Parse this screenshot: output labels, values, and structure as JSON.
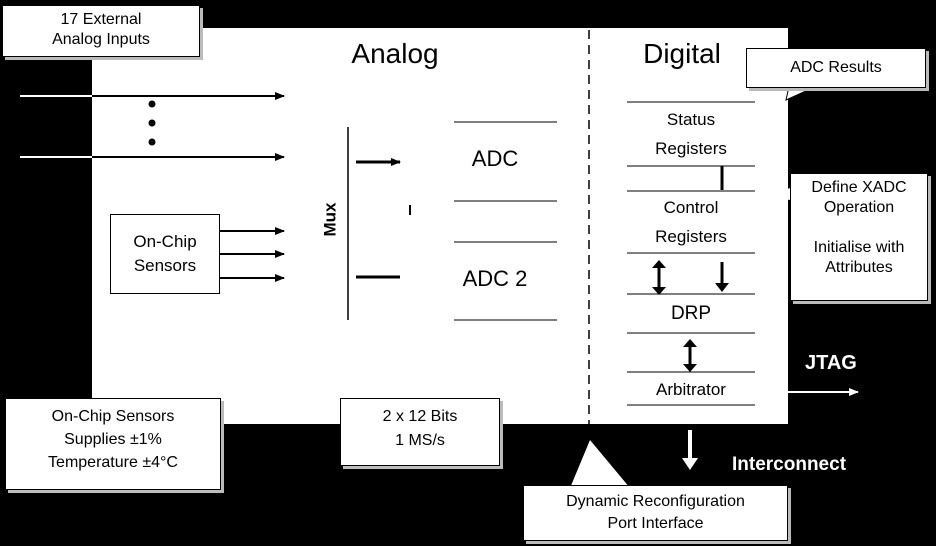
{
  "diagram": {
    "external_inputs": [
      "17 External",
      "Analog Inputs"
    ],
    "analog_title": "Analog",
    "digital_title": "Digital",
    "adc_results": "ADC Results",
    "mux_label": "Mux",
    "adc1": "ADC",
    "adc2": "ADC 2",
    "onchip_sensors": [
      "On-Chip",
      "Sensors"
    ],
    "bits": [
      "2 x 12 Bits",
      "1 MS/s"
    ],
    "sensors_note": [
      "On-Chip Sensors",
      "Supplies ±1%",
      "Temperature ±4°C"
    ],
    "status_registers": [
      "Status",
      "Registers"
    ],
    "control_registers": [
      "Control",
      "Registers"
    ],
    "drp": "DRP",
    "arbitrator": "Arbitrator",
    "define_xadc": [
      "Define XADC",
      "Operation",
      "Initialise with",
      "Attributes"
    ],
    "jtag": "JTAG",
    "interconnect": "Interconnect",
    "drp_interface": [
      "Dynamic Reconfiguration",
      "Port Interface"
    ]
  }
}
